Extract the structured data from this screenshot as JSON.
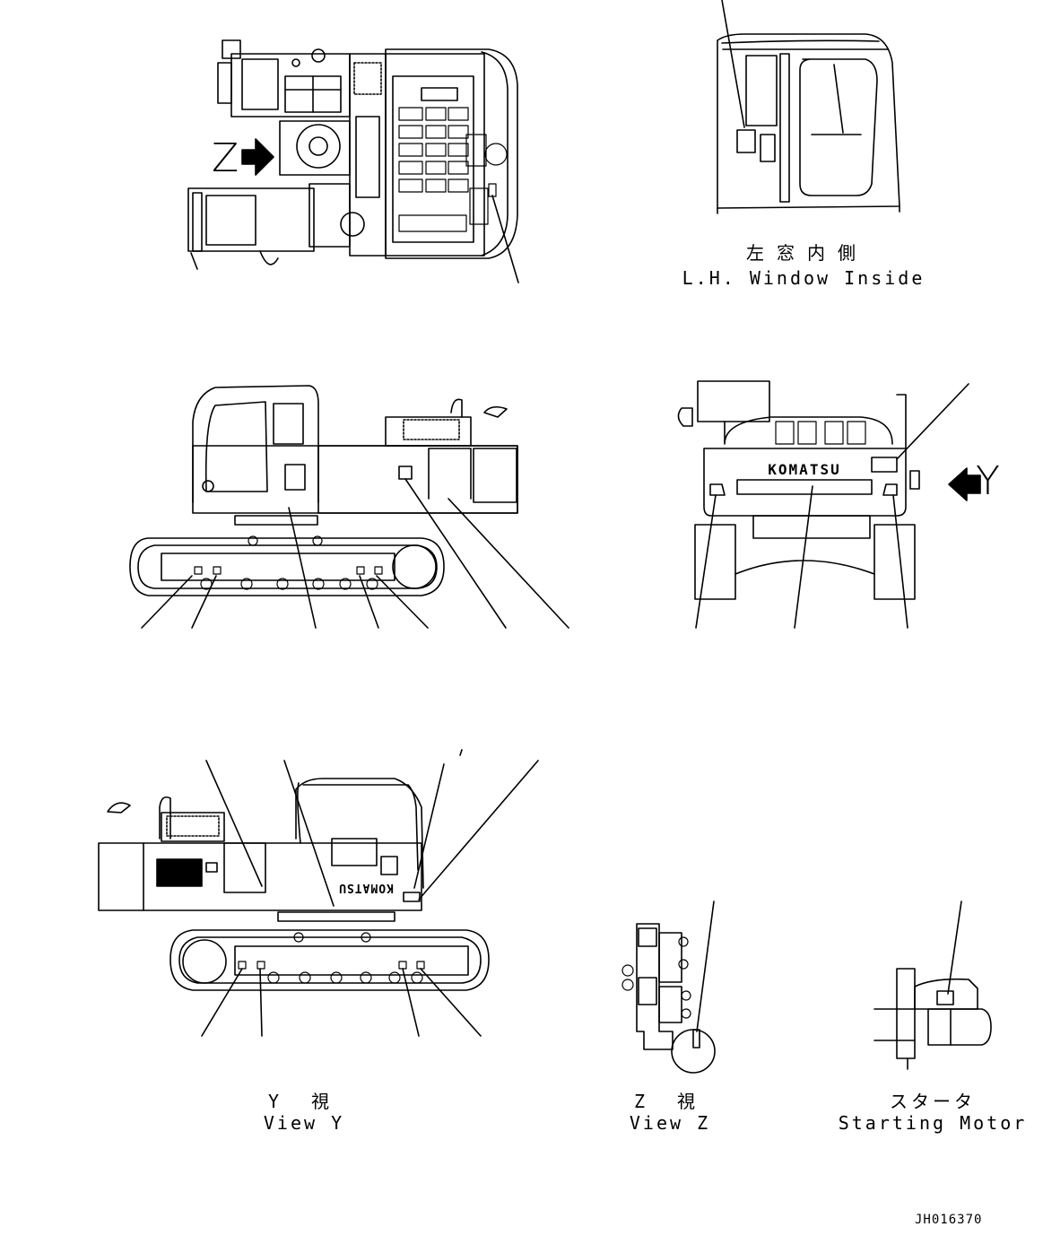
{
  "views": {
    "lh_window": {
      "label_jp": "左窓内側",
      "label_en": "L.H. Window Inside"
    },
    "view_y": {
      "label_jp": "Y 視",
      "label_en": "View Y"
    },
    "view_z": {
      "label_jp": "Z 視",
      "label_en": "View Z"
    },
    "starting_motor": {
      "label_jp": "スタータ",
      "label_en": "Starting Motor"
    }
  },
  "markers": {
    "z": "Z",
    "y": "Y"
  },
  "brand": {
    "logo_text": "KOMATSU"
  },
  "document": {
    "id": "JH016370"
  }
}
